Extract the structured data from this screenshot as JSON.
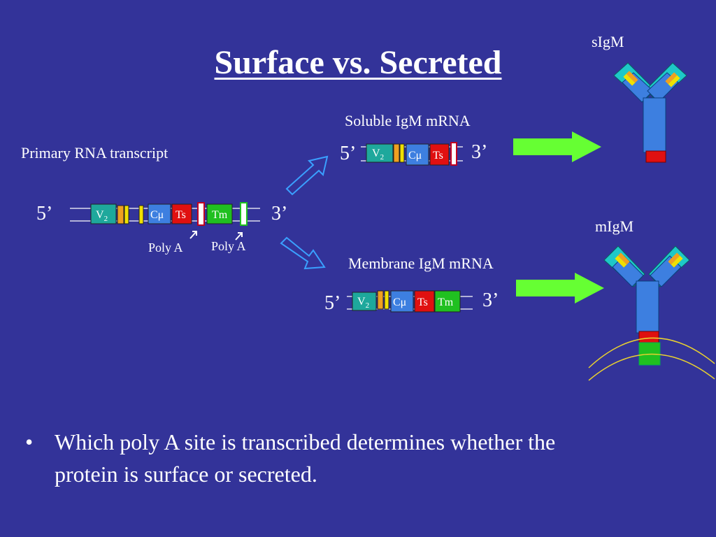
{
  "slide": {
    "title": "Surface vs. Secreted",
    "primary_label": "Primary RNA transcript",
    "soluble_label": "Soluble IgM mRNA",
    "membrane_label": "Membrane IgM mRNA",
    "sigm_label": "sIgM",
    "migm_label": "mIgM",
    "five_prime": "5’",
    "three_prime": "3’",
    "poly_a_1": "Poly A",
    "poly_a_2": "Poly A",
    "bullet_marker": "•",
    "bullet_line_1": "Which poly A site is transcribed determines whether the",
    "bullet_line_2": "protein is surface or secreted."
  },
  "segments": {
    "v": "V",
    "v_sub": "2",
    "cmu": "Cμ",
    "ts": "Ts",
    "tm": "Tm"
  },
  "colors": {
    "background": "#333399",
    "v_segment": "#1ea89c",
    "orange_exon": "#f0a020",
    "yellow_exon": "#f0e000",
    "cmu_segment": "#3d7fe0",
    "ts_segment": "#e01010",
    "tm_segment": "#20c020",
    "arrow_green": "#66ff33",
    "antibody_blue": "#3d7fe0",
    "antibody_teal": "#1ec8c8",
    "membrane_line": "#e8d030"
  }
}
